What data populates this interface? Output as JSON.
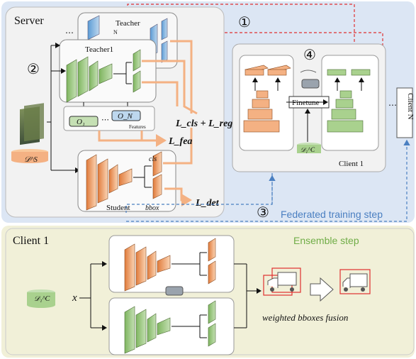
{
  "server": {
    "title": "Server",
    "step2": "②",
    "teacher_n": "Teacher",
    "teacher_n_sub": "N",
    "teacher_1": "Teacher1",
    "dots": "⋯",
    "features_label": "Features",
    "o1": "O₁",
    "odots": "⋯",
    "on": "O_N",
    "dataset": "𝒟^S",
    "loss_cls_reg": "L_cls + L_reg",
    "loss_fea": "L_fea",
    "loss_det": "L_det",
    "student_label": "Student",
    "cls_label": "cls",
    "bbox_label": "bbox"
  },
  "clients_panel": {
    "step1": "①",
    "step3": "③",
    "step4": "④",
    "finetune": "Finetune",
    "client1_label": "Client 1",
    "client1_dataset": "𝒟₁^C",
    "client_n": "Client N",
    "hdots": "⋯",
    "federated_step": "Federated training step"
  },
  "ensemble": {
    "client_title": "Client 1",
    "ensemble_step": "Ensemble step",
    "dataset": "𝒟₁^C",
    "x_var": "x",
    "fusion_label": "weighted bboxes fusion"
  },
  "colors": {
    "top_bg": "#dce6f4",
    "bottom_bg": "#f1f0d8",
    "server_bg": "#f2f2f2",
    "orange_arrow": "#f4b183",
    "teacher_green": "#a9d18e",
    "teacher_blue": "#9dc3e6",
    "student_orange": "#f4b183",
    "red_dash": "#e03030",
    "blue_dash": "#4a7fc1",
    "ensemble_green": "#70ad47"
  }
}
